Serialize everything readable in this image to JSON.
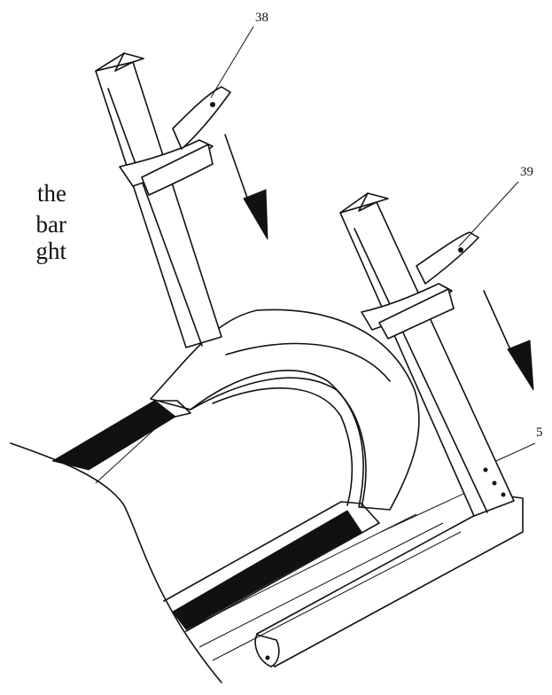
{
  "instruction_fragment": [
    "the",
    "bar",
    "ght"
  ],
  "callouts": {
    "left_handle": "38",
    "right_handle": "39",
    "upright": "5"
  },
  "colors": {
    "ink": "#111111",
    "paper": "#ffffff"
  }
}
